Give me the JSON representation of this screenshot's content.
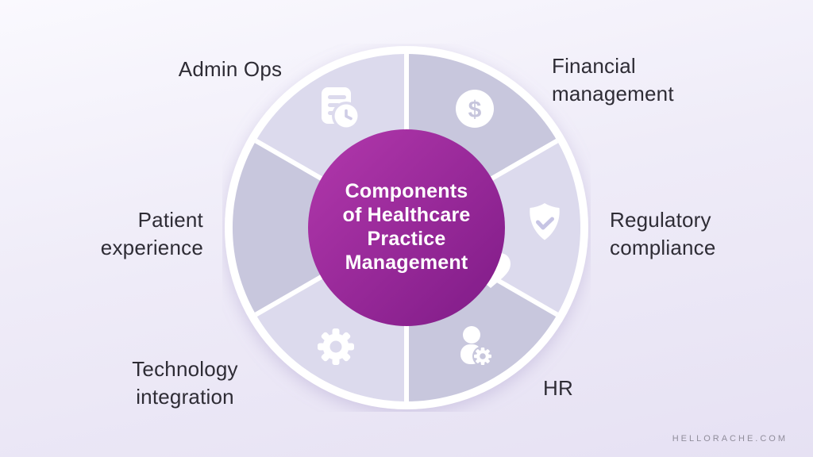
{
  "diagram": {
    "type": "circular-wheel-infographic",
    "center": {
      "title": "Components of Healthcare Practice Management",
      "title_lines": [
        "Components",
        "of Healthcare",
        "Practice",
        "Management"
      ]
    },
    "segments": [
      {
        "label": "Admin Ops",
        "icon": "document-clock-icon",
        "position": "top-left",
        "shade": "light"
      },
      {
        "label": "Financial management",
        "icon": "dollar-coin-icon",
        "position": "top-right",
        "shade": "dark"
      },
      {
        "label": "Regulatory compliance",
        "icon": "shield-check-icon",
        "position": "right",
        "shade": "light"
      },
      {
        "label": "HR",
        "icon": "person-gear-icon",
        "position": "bottom-right",
        "shade": "dark"
      },
      {
        "label": "Technology integration",
        "icon": "gear-icon",
        "position": "bottom-left",
        "shade": "light"
      },
      {
        "label": "Patient experience",
        "icon": "heart-icon",
        "position": "left",
        "shade": "dark"
      }
    ],
    "icons": {
      "dollar_glyph": "$"
    }
  },
  "watermark": "HELLORACHE.COM",
  "colors": {
    "background_top": "#faf9fe",
    "background_bottom": "#e6e1f3",
    "segment_light": "#dcdaed",
    "segment_dark": "#c8c7dd",
    "wheel_ring": "#ffffff",
    "center_gradient_start": "#b238ac",
    "center_gradient_end": "#7f1b87",
    "label_text": "#2e2c35",
    "center_text": "#ffffff",
    "watermark_text": "#908d9b"
  }
}
